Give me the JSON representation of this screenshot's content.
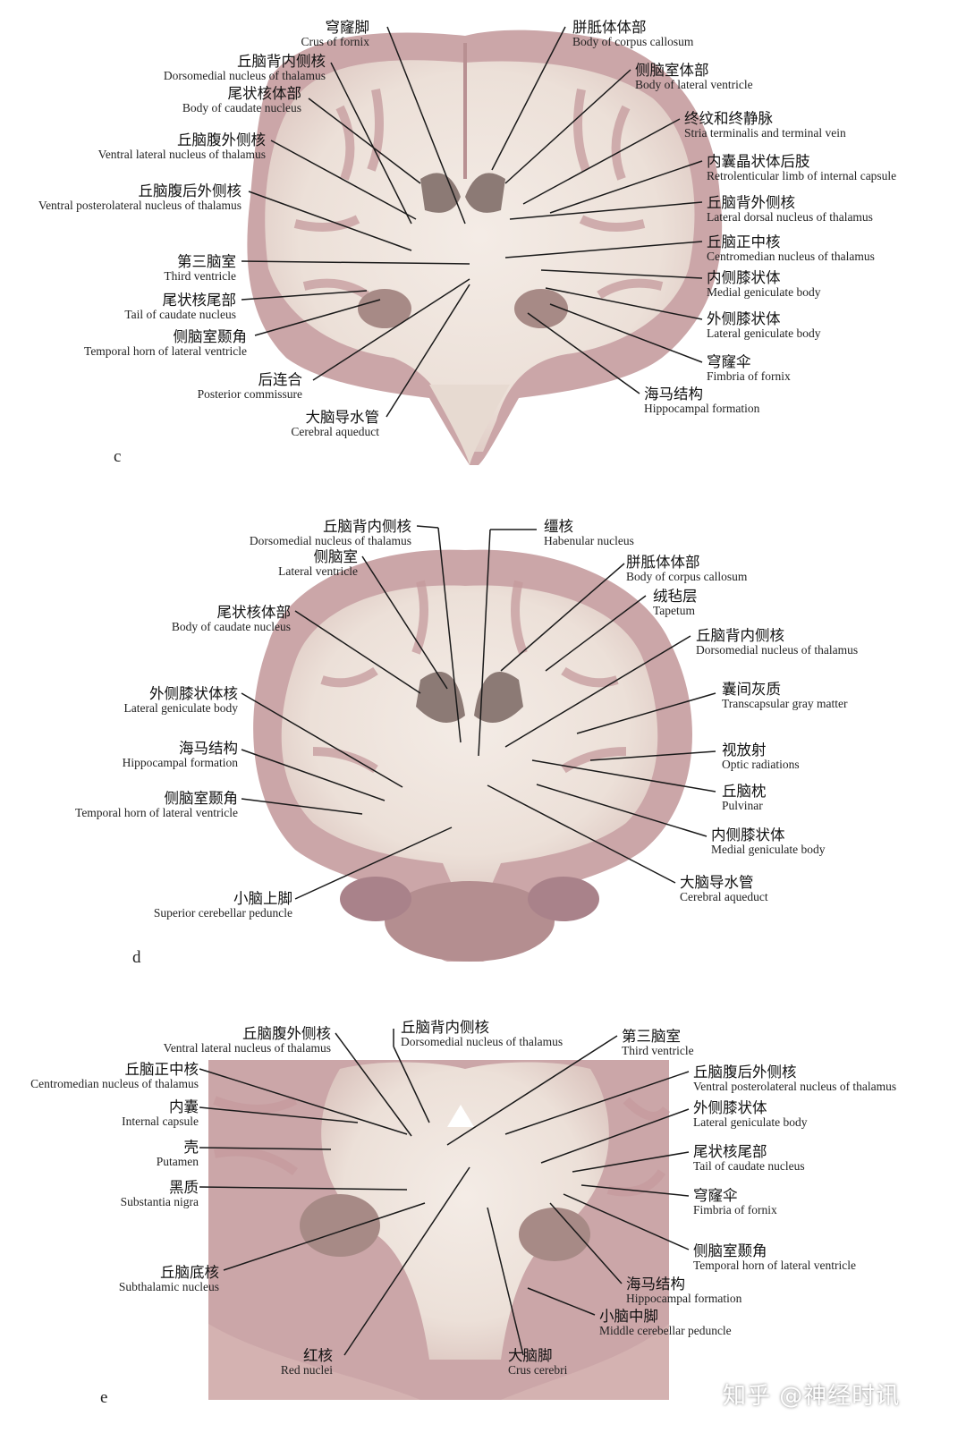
{
  "watermark": "知乎 @神经时讯",
  "panels": [
    {
      "letter": "c",
      "labels": [
        {
          "zh": "穹窿脚",
          "en": "Crus of fornix"
        },
        {
          "zh": "胼胝体体部",
          "en": "Body of corpus callosum"
        },
        {
          "zh": "丘脑背内侧核",
          "en": "Dorsomedial nucleus of thalamus"
        },
        {
          "zh": "侧脑室体部",
          "en": "Body of lateral ventricle"
        },
        {
          "zh": "尾状核体部",
          "en": "Body of caudate nucleus"
        },
        {
          "zh": "终纹和终静脉",
          "en": "Stria terminalis and terminal vein"
        },
        {
          "zh": "丘脑腹外侧核",
          "en": "Ventral lateral nucleus of thalamus"
        },
        {
          "zh": "内囊晶状体后肢",
          "en": "Retrolenticular limb of internal capsule"
        },
        {
          "zh": "丘脑腹后外侧核",
          "en": "Ventral posterolateral nucleus of thalamus"
        },
        {
          "zh": "丘脑背外侧核",
          "en": "Lateral dorsal nucleus of thalamus"
        },
        {
          "zh": "丘脑正中核",
          "en": "Centromedian nucleus of thalamus"
        },
        {
          "zh": "第三脑室",
          "en": "Third ventricle"
        },
        {
          "zh": "内侧膝状体",
          "en": "Medial geniculate body"
        },
        {
          "zh": "尾状核尾部",
          "en": "Tail of caudate nucleus"
        },
        {
          "zh": "外侧膝状体",
          "en": "Lateral geniculate body"
        },
        {
          "zh": "侧脑室颞角",
          "en": "Temporal horn of lateral ventricle"
        },
        {
          "zh": "穹窿伞",
          "en": "Fimbria of fornix"
        },
        {
          "zh": "后连合",
          "en": "Posterior commissure"
        },
        {
          "zh": "海马结构",
          "en": "Hippocampal formation"
        },
        {
          "zh": "大脑导水管",
          "en": "Cerebral aqueduct"
        }
      ]
    },
    {
      "letter": "d",
      "labels": [
        {
          "zh": "丘脑背内侧核",
          "en": "Dorsomedial nucleus of thalamus"
        },
        {
          "zh": "缰核",
          "en": "Habenular nucleus"
        },
        {
          "zh": "侧脑室",
          "en": "Lateral ventricle"
        },
        {
          "zh": "胼胝体体部",
          "en": "Body of corpus callosum"
        },
        {
          "zh": "绒毡层",
          "en": "Tapetum"
        },
        {
          "zh": "尾状核体部",
          "en": "Body of caudate nucleus"
        },
        {
          "zh": "丘脑背内侧核",
          "en": "Dorsomedial nucleus of thalamus"
        },
        {
          "zh": "外侧膝状体核",
          "en": "Lateral geniculate body"
        },
        {
          "zh": "囊间灰质",
          "en": "Transcapsular gray matter"
        },
        {
          "zh": "海马结构",
          "en": "Hippocampal formation"
        },
        {
          "zh": "视放射",
          "en": "Optic radiations"
        },
        {
          "zh": "侧脑室颞角",
          "en": "Temporal horn of lateral ventricle"
        },
        {
          "zh": "丘脑枕",
          "en": "Pulvinar"
        },
        {
          "zh": "内侧膝状体",
          "en": "Medial geniculate body"
        },
        {
          "zh": "大脑导水管",
          "en": "Cerebral aqueduct"
        },
        {
          "zh": "小脑上脚",
          "en": "Superior cerebellar peduncle"
        }
      ]
    },
    {
      "letter": "e",
      "labels": [
        {
          "zh": "丘脑腹外侧核",
          "en": "Ventral lateral nucleus of thalamus"
        },
        {
          "zh": "丘脑背内侧核",
          "en": "Dorsomedial nucleus of thalamus"
        },
        {
          "zh": "第三脑室",
          "en": "Third ventricle"
        },
        {
          "zh": "丘脑正中核",
          "en": "Centromedian nucleus of thalamus"
        },
        {
          "zh": "丘脑腹后外侧核",
          "en": "Ventral posterolateral nucleus of thalamus"
        },
        {
          "zh": "内囊",
          "en": "Internal capsule"
        },
        {
          "zh": "外侧膝状体",
          "en": "Lateral geniculate body"
        },
        {
          "zh": "壳",
          "en": "Putamen"
        },
        {
          "zh": "尾状核尾部",
          "en": "Tail of caudate nucleus"
        },
        {
          "zh": "黑质",
          "en": "Substantia nigra"
        },
        {
          "zh": "穹窿伞",
          "en": "Fimbria of fornix"
        },
        {
          "zh": "侧脑室颞角",
          "en": "Temporal horn of lateral ventricle"
        },
        {
          "zh": "丘脑底核",
          "en": "Subthalamic nucleus"
        },
        {
          "zh": "海马结构",
          "en": "Hippocampal formation"
        },
        {
          "zh": "小脑中脚",
          "en": "Middle cerebellar peduncle"
        },
        {
          "zh": "红核",
          "en": "Red nuclei"
        },
        {
          "zh": "大脑脚",
          "en": "Crus cerebri"
        }
      ]
    }
  ],
  "colors": {
    "gray_matter": "#cba6a8",
    "white_matter": "#efe6df",
    "ventricle": "#7a6a66",
    "leader": "#1a1a1a"
  }
}
